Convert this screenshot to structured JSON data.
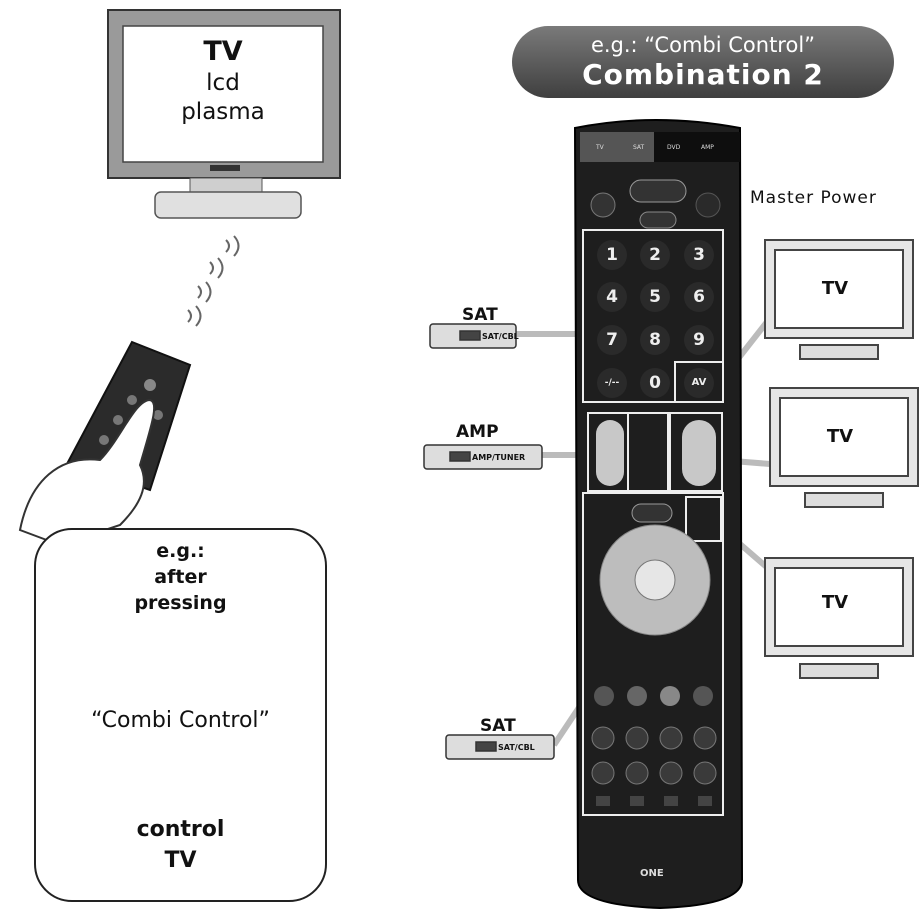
{
  "top_tv": {
    "title": "TV",
    "line1": "lcd",
    "line2": "plasma"
  },
  "header": {
    "line1": "e.g.: “Combi Control”",
    "line2": "Combination 2"
  },
  "info_box": {
    "eg": "e.g.:",
    "after": "after",
    "pressing": "pressing",
    "button_name": "“Combi Control”",
    "control": "control",
    "target": "TV"
  },
  "master_power": "Master Power",
  "devices": {
    "sat_top": {
      "label": "SAT",
      "tag": "SAT/CBL"
    },
    "amp": {
      "label": "AMP",
      "tag": "AMP/TUNER"
    },
    "sat_bottom": {
      "label": "SAT",
      "tag": "SAT/CBL"
    }
  },
  "tvs": [
    {
      "label": "TV"
    },
    {
      "label": "TV"
    },
    {
      "label": "TV"
    }
  ],
  "remote": {
    "mode_tabs": [
      "TV",
      "SAT",
      "DVD",
      "AMP"
    ],
    "keys": [
      "1",
      "2",
      "3",
      "4",
      "5",
      "6",
      "7",
      "8",
      "9",
      "-/--",
      "0",
      "AV"
    ],
    "brand": "ONE"
  }
}
